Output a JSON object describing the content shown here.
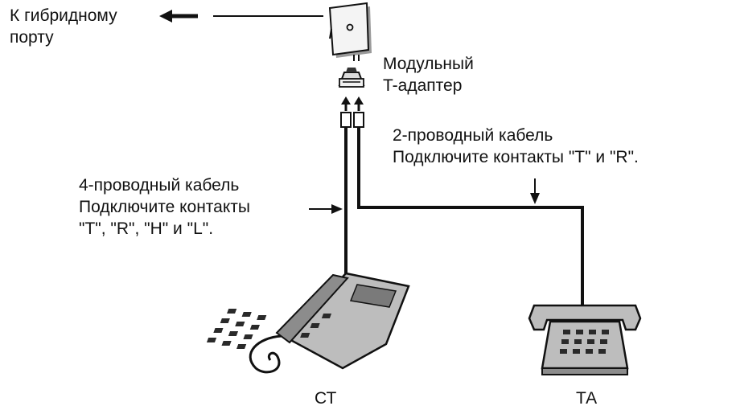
{
  "labels": {
    "hybrid_port_line1": "К гибридному",
    "hybrid_port_line2": "порту",
    "adapter_line1": "Модульный",
    "adapter_line2": "T-адаптер",
    "cable2_line1": "2-проводный кабель",
    "cable2_line2": "Подключите контакты \"T\" и \"R\".",
    "cable4_line1": "4-проводный кабель",
    "cable4_line2": "Подключите контакты",
    "cable4_line3": "\"T\", \"R\", \"H\" и \"L\".",
    "proprietary_phone": "СТ",
    "analog_phone": "ТА"
  },
  "colors": {
    "line": "#111111",
    "device_fill": "#e9e9e9",
    "device_shadow": "#9a9a9a",
    "phone_body": "#bdbdbd",
    "phone_dark": "#8c8c8c"
  },
  "icons": {
    "wall_jack": "wall-jack-icon",
    "t_adapter": "modular-t-adapter-icon",
    "proprietary_telephone": "proprietary-telephone-icon",
    "analog_telephone": "single-line-telephone-icon"
  }
}
